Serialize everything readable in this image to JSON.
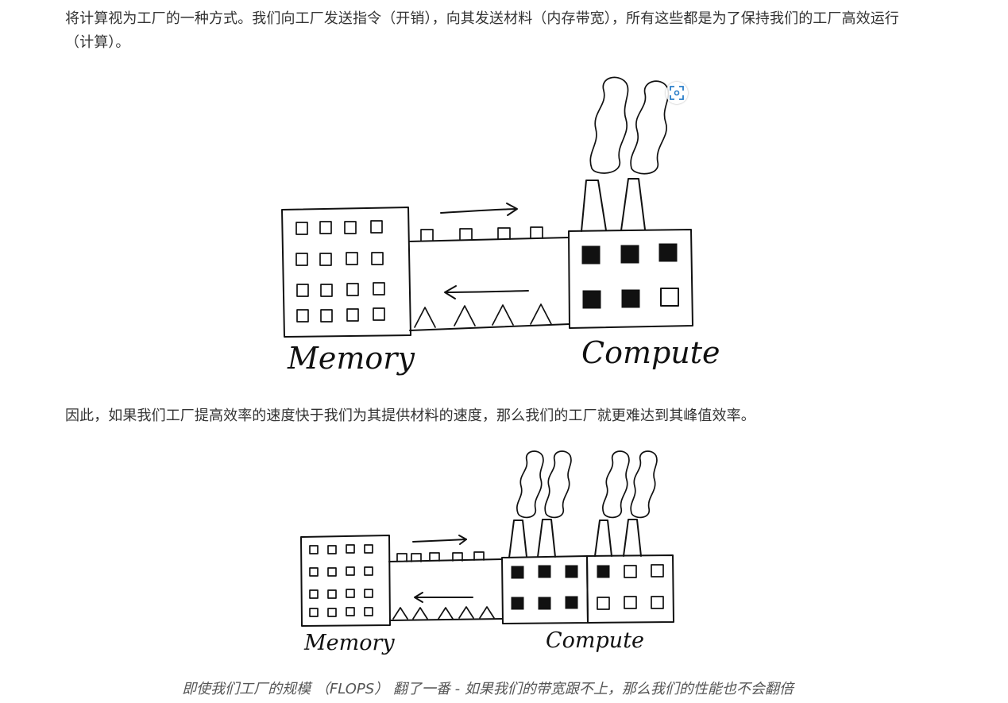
{
  "article": {
    "paragraph_1": "将计算视为工厂的一种方式。我们向工厂发送指令（开销），向其发送材料（内存带宽），所有这些都是为了保持我们的工厂高效运行（计算）。",
    "paragraph_2": "因此，如果我们工厂提高效率的速度快于我们为其提供材料的速度，那么我们的工厂就更难达到其峰值效率。",
    "caption": "即使我们工厂的规模 （FLOPS） 翻了一番 - 如果我们的带宽跟不上，那么我们的性能也不会翻倍"
  },
  "figure_1": {
    "memory_label": "Memory",
    "compute_label": "Compute"
  },
  "figure_2": {
    "memory_label": "Memory",
    "compute_label": "Compute"
  },
  "zoom_button": {
    "icon": "zoom-in-icon",
    "accent_color": "#2a7ec9"
  }
}
